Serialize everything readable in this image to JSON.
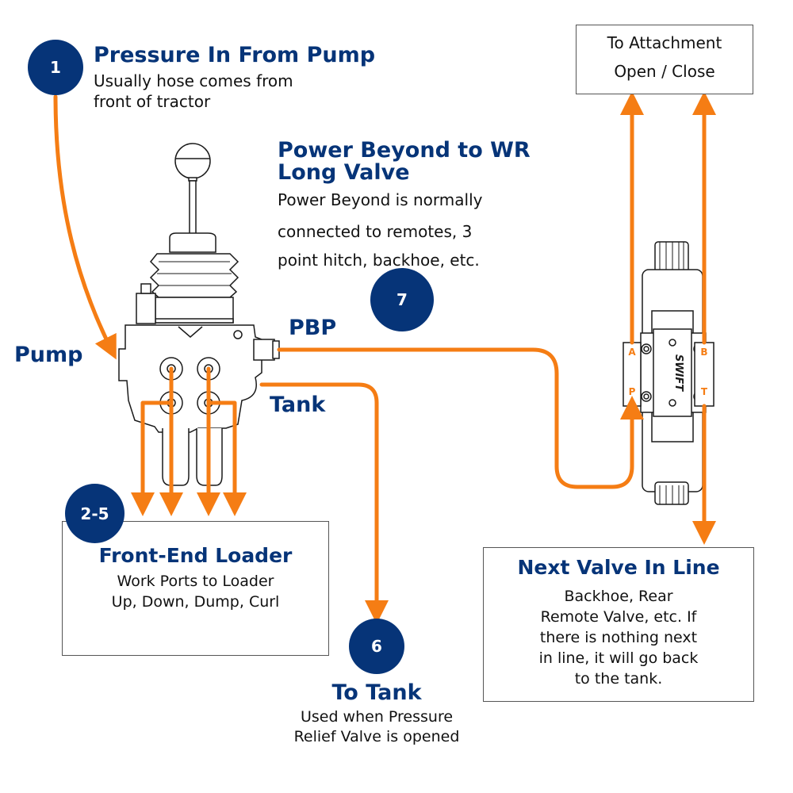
{
  "colors": {
    "navy": "#063478",
    "orange": "#f57d14",
    "line": "#1a1a1a"
  },
  "step1": {
    "badge": "1",
    "title": "Pressure In From Pump",
    "desc_line1": "Usually hose comes from",
    "desc_line2": "front of tractor"
  },
  "step7": {
    "badge": "7",
    "title_line1": "Power Beyond to WR",
    "title_line2": "Long Valve",
    "desc_line1": "Power Beyond is normally",
    "desc_line2": "connected to remotes, 3",
    "desc_line3": "point hitch, backhoe, etc."
  },
  "labels": {
    "pump": "Pump",
    "pbp": "PBP",
    "tank": "Tank"
  },
  "attachment_box": {
    "line1": "To Attachment",
    "line2": "Open / Close"
  },
  "valve_ports": {
    "a": "A",
    "b": "B",
    "p": "P",
    "t": "T",
    "brand": "SWIFT"
  },
  "step2_5": {
    "badge": "2-5",
    "title": "Front-End Loader",
    "desc_line1": "Work Ports to Loader",
    "desc_line2": "Up, Down, Dump, Curl"
  },
  "step6": {
    "badge": "6",
    "title": "To Tank",
    "desc_line1": "Used when Pressure",
    "desc_line2": "Relief Valve is opened"
  },
  "next_valve": {
    "title": "Next Valve In Line",
    "desc_line1": "Backhoe, Rear",
    "desc_line2": "Remote Valve, etc. If",
    "desc_line3": "there is nothing next",
    "desc_line4": "in line, it will go back",
    "desc_line5": "to the tank."
  }
}
